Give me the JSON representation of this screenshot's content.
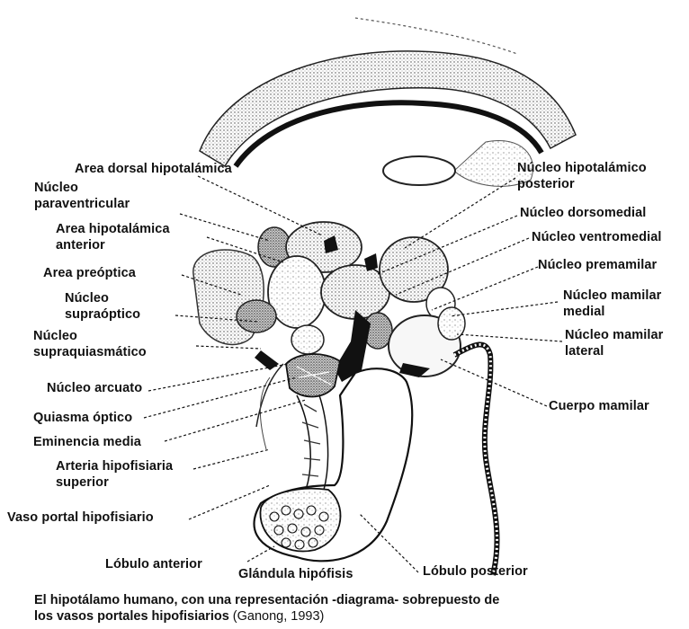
{
  "labels": {
    "area_dorsal": "Area dorsal hipotalámica",
    "nucleo_paraventricular_1": "Núcleo",
    "nucleo_paraventricular_2": "paraventricular",
    "area_hipotalamica_anterior_1": "Area hipotalámica",
    "area_hipotalamica_anterior_2": "anterior",
    "area_preoptica": "Area preóptica",
    "nucleo_supraoptico_1": "Núcleo",
    "nucleo_supraoptico_2": "supraóptico",
    "nucleo_supraquiasmatico_1": "Núcleo",
    "nucleo_supraquiasmatico_2": "supraquiasmático",
    "nucleo_arcuato": "Núcleo arcuato",
    "quiasma_optico": "Quiasma óptico",
    "eminencia_media": "Eminencia media",
    "arteria_hipofisiaria_1": "Arteria hipofisiaria",
    "arteria_hipofisiaria_2": "superior",
    "vaso_portal": "Vaso portal hipofisiario",
    "lobulo_anterior": "Lóbulo anterior",
    "glandula_hipofisis": "Glándula hipófisis",
    "lobulo_posterior": "Lóbulo posterior",
    "nucleo_hipotalamico_posterior_1": "Núcleo hipotalámico",
    "nucleo_hipotalamico_posterior_2": "posterior",
    "nucleo_dorsomedial": "Núcleo dorsomedial",
    "nucleo_ventromedial": "Núcleo ventromedial",
    "nucleo_premamilar": "Núcleo premamilar",
    "nucleo_mamilar_medial_1": "Núcleo mamilar",
    "nucleo_mamilar_medial_2": "medial",
    "nucleo_mamilar_lateral_1": "Núcleo mamilar",
    "nucleo_mamilar_lateral_2": "lateral",
    "cuerpo_mamilar": "Cuerpo mamilar"
  },
  "caption": {
    "line1": "El hipotálamo humano, con una representación -diagrama- sobrepuesto de",
    "line2": "los vasos portales hipofisiarios",
    "citation": "(Ganong, 1993)"
  }
}
